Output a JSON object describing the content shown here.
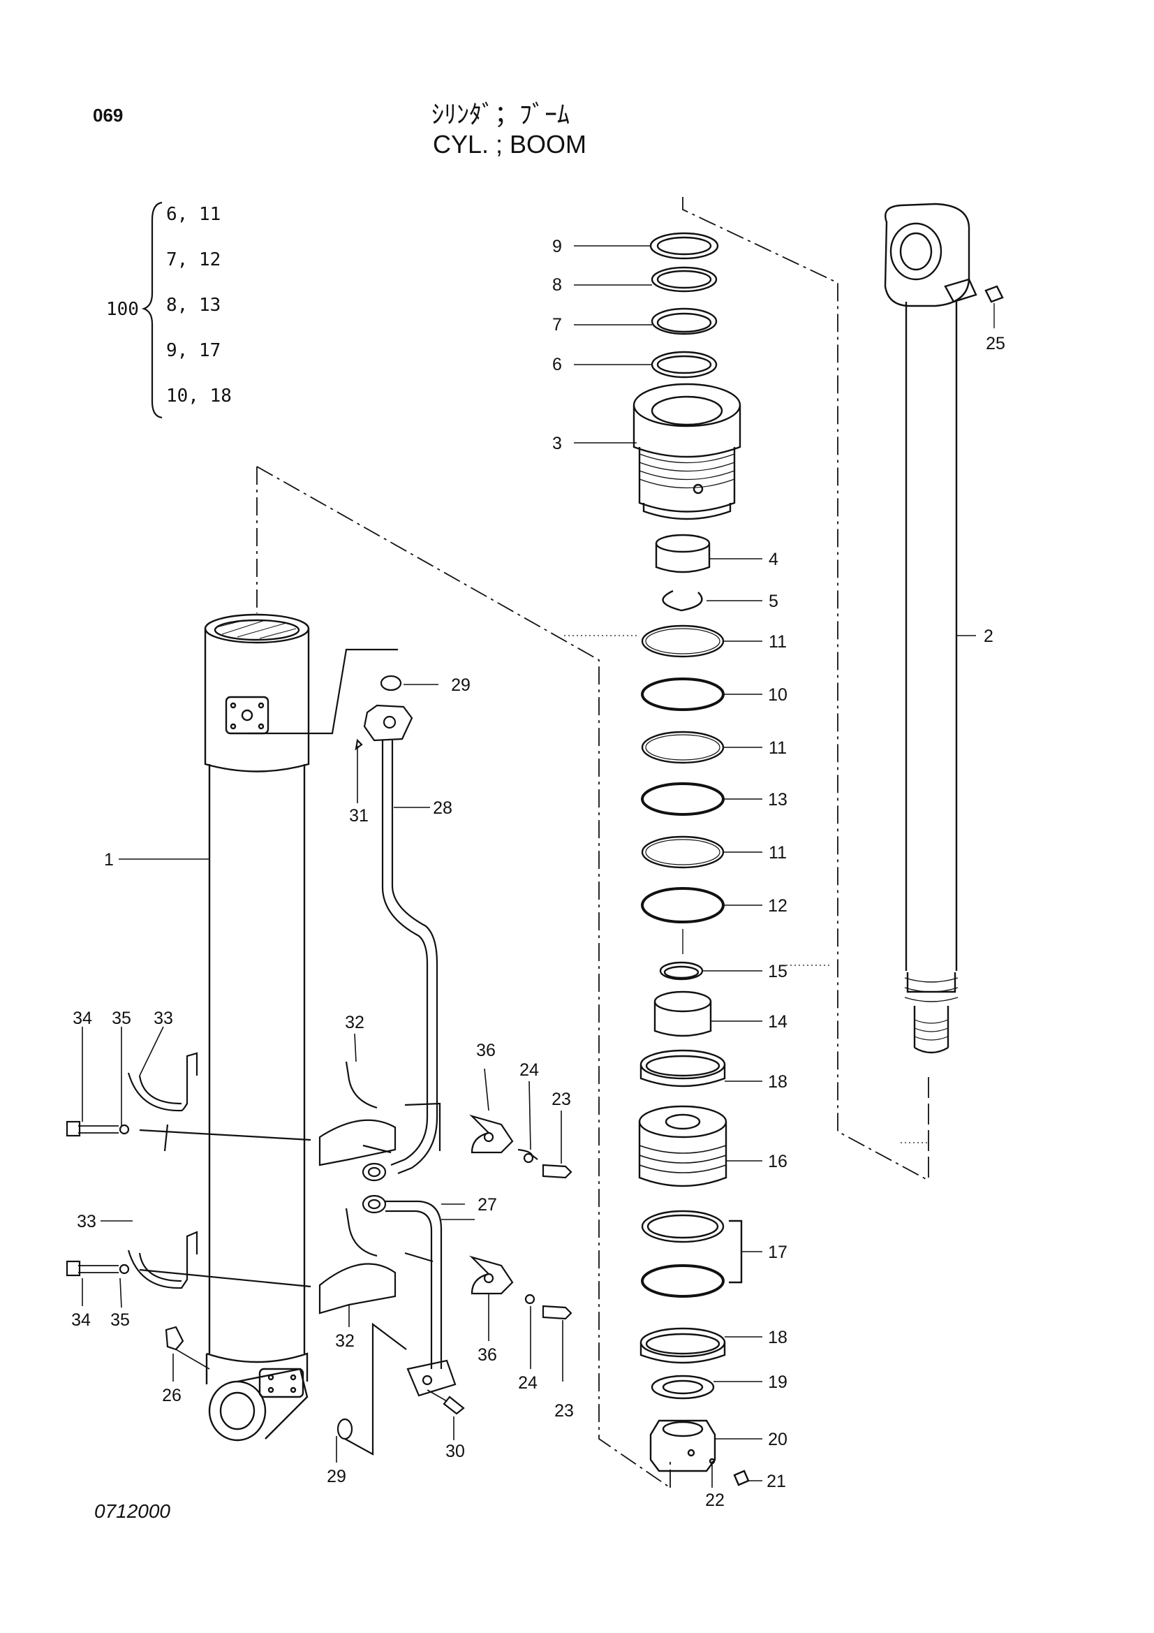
{
  "header": {
    "page_number": "069",
    "title_jp": "ｼﾘﾝﾀﾞ；ﾌﾞｰﾑ",
    "title_en": "CYL. ; BOOM"
  },
  "kit": {
    "number": "100",
    "rows": [
      "6, 11",
      "7, 12",
      "8, 13",
      "9, 17",
      "10, 18"
    ]
  },
  "callouts": {
    "c1": "1",
    "c2": "2",
    "c3": "3",
    "c4": "4",
    "c5": "5",
    "c6": "6",
    "c7": "7",
    "c8": "8",
    "c9": "9",
    "c10": "10",
    "c11a": "11",
    "c11b": "11",
    "c11c": "11",
    "c12": "12",
    "c13": "13",
    "c14": "14",
    "c15": "15",
    "c16": "16",
    "c17": "17",
    "c18a": "18",
    "c18b": "18",
    "c19": "19",
    "c20": "20",
    "c21": "21",
    "c22": "22",
    "c23a": "23",
    "c23b": "23",
    "c24a": "24",
    "c24b": "24",
    "c25": "25",
    "c26": "26",
    "c27": "27",
    "c28": "28",
    "c29a": "29",
    "c29b": "29",
    "c30": "30",
    "c31": "31",
    "c32a": "32",
    "c32b": "32",
    "c33a": "33",
    "c33b": "33",
    "c34a": "34",
    "c34b": "34",
    "c35a": "35",
    "c35b": "35",
    "c36a": "36",
    "c36b": "36"
  },
  "footer": {
    "drawing_number": "0712000"
  }
}
